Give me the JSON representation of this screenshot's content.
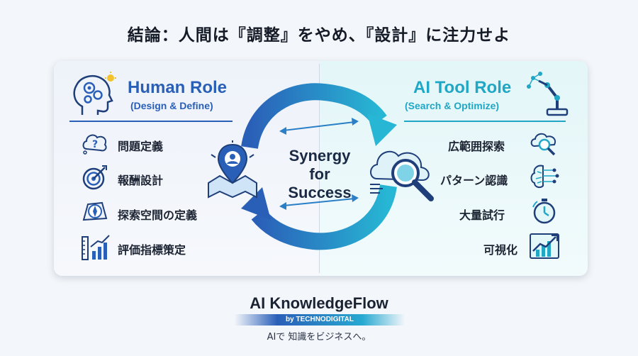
{
  "headline": "結論：人間は『調整』をやめ、『設計』に注力せよ",
  "human": {
    "title": "Human Role",
    "subtitle": "(Design & Define)",
    "items": [
      "問題定義",
      "報酬設計",
      "探索空間の定義",
      "評価指標策定"
    ]
  },
  "ai": {
    "title": "AI Tool Role",
    "subtitle": "(Search & Optimize)",
    "items": [
      "広範囲探索",
      "パターン認識",
      "大量試行",
      "可視化"
    ]
  },
  "center": {
    "line1": "Synergy",
    "line2": "for",
    "line3": "Success"
  },
  "brand": {
    "name": "AI KnowledgeFlow",
    "by": "by TECHNODIGITAL",
    "tagline": "AIで 知識をビジネスへ。"
  },
  "colors": {
    "human_accent": "#2a5fb8",
    "ai_accent": "#20a7c6"
  },
  "icons": {
    "human_header": "head-gears-icon",
    "ai_header": "robot-arm-icon",
    "human_items": [
      "question-cloud-icon",
      "target-icon",
      "compass-map-icon",
      "ruler-chart-icon"
    ],
    "ai_items": [
      "cloud-search-icon",
      "brain-circuit-icon",
      "stopwatch-icon",
      "trend-chart-icon"
    ],
    "center_left": "map-pin-person-icon",
    "center_right": "cloud-magnifier-icon"
  }
}
